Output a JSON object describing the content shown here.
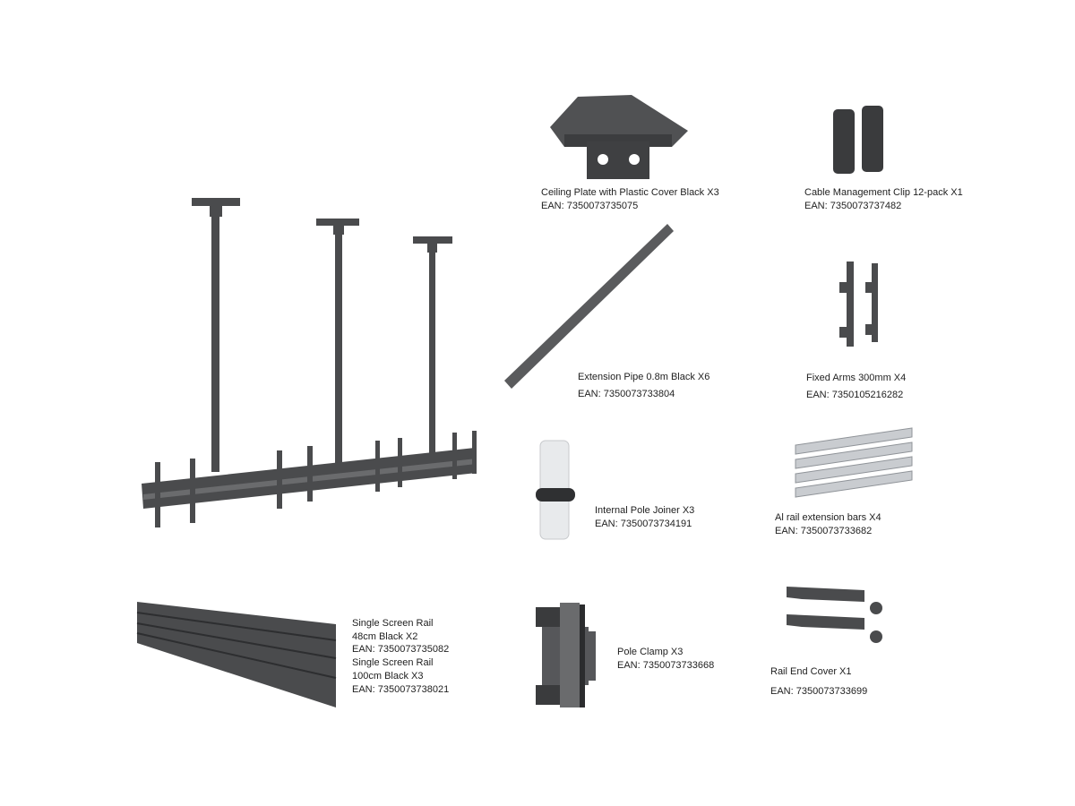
{
  "parts": [
    {
      "name": "Ceiling Plate with Plastic Cover Black X3",
      "ean": "EAN: 7350073735075"
    },
    {
      "name": "Cable Management Clip 12-pack X1",
      "ean": "EAN: 7350073737482"
    },
    {
      "name": "Extension Pipe 0.8m Black X6",
      "ean": "EAN: 7350073733804"
    },
    {
      "name": "Fixed Arms 300mm X4",
      "ean": "EAN: 7350105216282"
    },
    {
      "name": "Internal Pole Joiner X3",
      "ean": "EAN: 7350073734191"
    },
    {
      "name": "Al rail extension bars X4",
      "ean": "EAN: 7350073733682"
    },
    {
      "name": "Pole Clamp X3",
      "ean": "EAN: 7350073733668"
    },
    {
      "name": "Rail End Cover X1",
      "ean": "EAN: 7350073733699"
    }
  ],
  "rails": [
    {
      "name_line1": "Single Screen Rail",
      "name_line2": "48cm Black X2",
      "ean": "EAN: 7350073735082"
    },
    {
      "name_line1": "Single Screen Rail",
      "name_line2": "100cm Black X3",
      "ean": "EAN: 7350073738021"
    }
  ],
  "colors": {
    "metal": "#4a4b4d",
    "metal_light": "#6a6b6d",
    "aluminium": "#c9ccd0",
    "joiner": "#e8eaec"
  }
}
